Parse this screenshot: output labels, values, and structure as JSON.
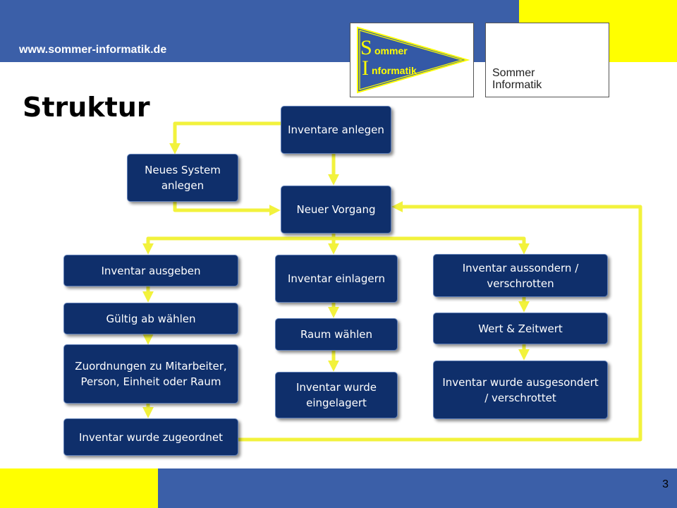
{
  "header": {
    "url": "www.sommer-informatik.de"
  },
  "logos": [
    {
      "name": "Sommer Informatik pennant logo",
      "line1": "ommer",
      "line2": "nformatik",
      "initial1": "S",
      "initial2": "I"
    },
    {
      "name": "Sommer Informatik text logo",
      "line1": "Sommer",
      "line2": "Informatik"
    }
  ],
  "title": "Struktur",
  "page_number": "3",
  "colors": {
    "blue_band": "#3b5fa8",
    "yellow": "#ffff00",
    "box_fill": "#0f2f6b",
    "connector": "#f2f23c"
  },
  "nodes": [
    {
      "id": "inventare_anlegen",
      "text": "Inventare anlegen"
    },
    {
      "id": "neues_system",
      "text": "Neues System anlegen"
    },
    {
      "id": "neuer_vorgang",
      "text": "Neuer Vorgang"
    },
    {
      "id": "inventar_ausgeben",
      "text": "Inventar ausgeben"
    },
    {
      "id": "gueltig_ab",
      "text": "Gültig ab wählen"
    },
    {
      "id": "zuordnungen",
      "text": "Zuordnungen zu Mitarbeiter, Person, Einheit oder Raum"
    },
    {
      "id": "wurde_zugeordnet",
      "text": "Inventar wurde zugeordnet"
    },
    {
      "id": "inventar_einlagern",
      "text": "Inventar einlagern"
    },
    {
      "id": "raum_waehlen",
      "text": "Raum wählen"
    },
    {
      "id": "wurde_eingelagert",
      "text": "Inventar wurde eingelagert"
    },
    {
      "id": "aussondern",
      "text": "Inventar aussondern / verschrotten"
    },
    {
      "id": "wert_zeitwert",
      "text": "Wert & Zeitwert"
    },
    {
      "id": "wurde_ausgesondert",
      "text": "Inventar wurde ausgesondert / verschrottet"
    }
  ],
  "edges": [
    {
      "from": "inventare_anlegen",
      "to": "neues_system"
    },
    {
      "from": "inventare_anlegen",
      "to": "neuer_vorgang"
    },
    {
      "from": "neues_system",
      "to": "neuer_vorgang"
    },
    {
      "from": "neuer_vorgang",
      "to": "inventar_ausgeben"
    },
    {
      "from": "neuer_vorgang",
      "to": "inventar_einlagern"
    },
    {
      "from": "neuer_vorgang",
      "to": "aussondern"
    },
    {
      "from": "inventar_ausgeben",
      "to": "gueltig_ab"
    },
    {
      "from": "gueltig_ab",
      "to": "zuordnungen"
    },
    {
      "from": "zuordnungen",
      "to": "wurde_zugeordnet"
    },
    {
      "from": "inventar_einlagern",
      "to": "raum_waehlen"
    },
    {
      "from": "raum_waehlen",
      "to": "wurde_eingelagert"
    },
    {
      "from": "aussondern",
      "to": "wert_zeitwert"
    },
    {
      "from": "wert_zeitwert",
      "to": "wurde_ausgesondert"
    },
    {
      "from": "wurde_zugeordnet",
      "to": "neuer_vorgang"
    }
  ]
}
